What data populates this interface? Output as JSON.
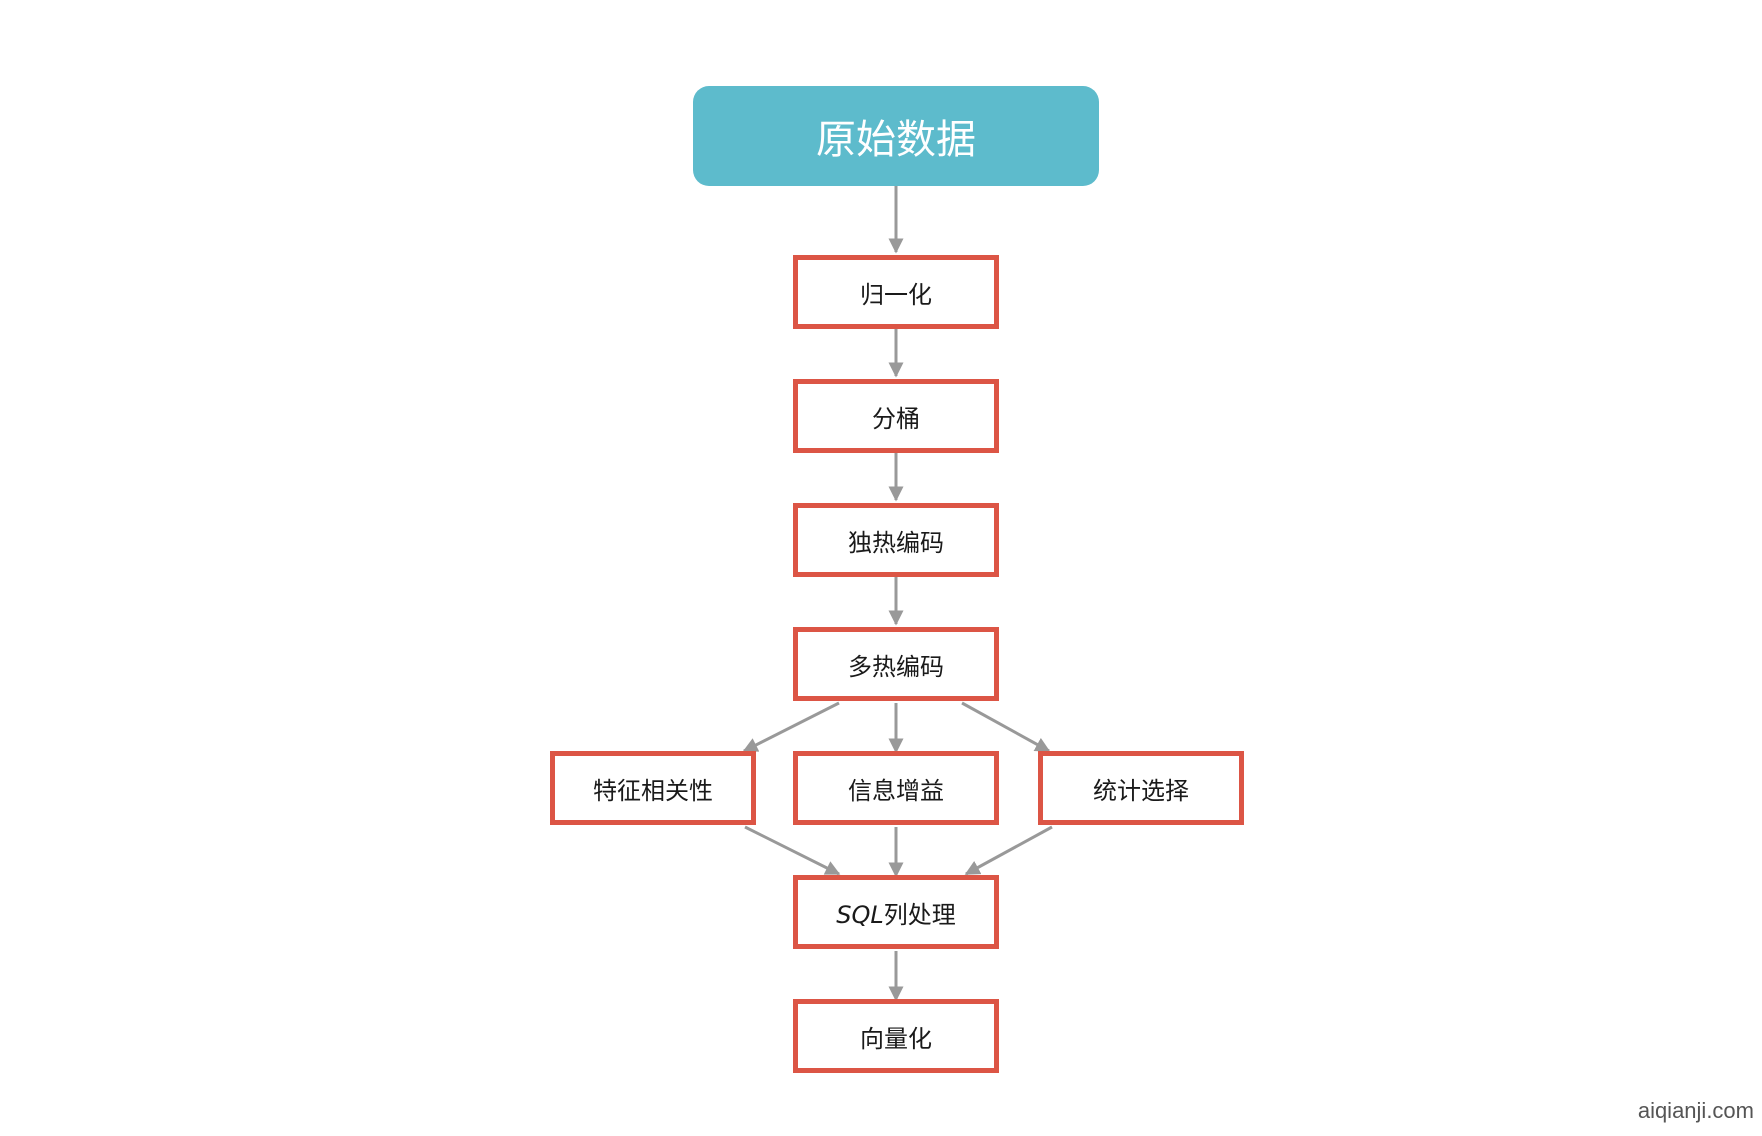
{
  "nodes": {
    "raw_data": "原始数据",
    "normalize": "归一化",
    "bucketize": "分桶",
    "one_hot": "独热编码",
    "multi_hot": "多热编码",
    "feature_correlation": "特征相关性",
    "info_gain": "信息增益",
    "stat_select": "统计选择",
    "sql_prefix": "SQL",
    "sql_suffix": "列处理",
    "vectorize": "向量化"
  },
  "watermark": "aiqianji.com",
  "colors": {
    "root_fill": "#5dbbcc",
    "step_border": "#dc5545",
    "connector": "#999999"
  }
}
